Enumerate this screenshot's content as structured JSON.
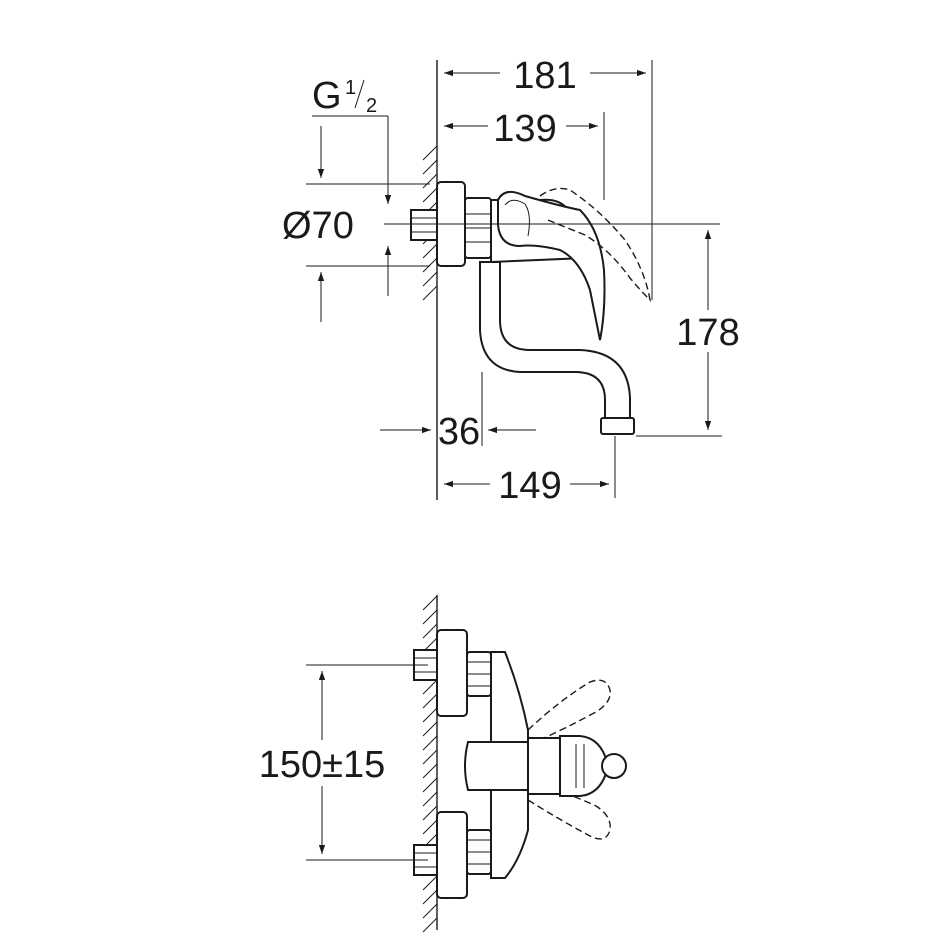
{
  "dimensions": {
    "thread_letter": "G",
    "thread_num": "1",
    "thread_den": "2",
    "diameter": "Ø70",
    "width_181": "181",
    "width_139": "139",
    "height_178": "178",
    "depth_36": "36",
    "width_149": "149",
    "spacing": "150±15"
  }
}
